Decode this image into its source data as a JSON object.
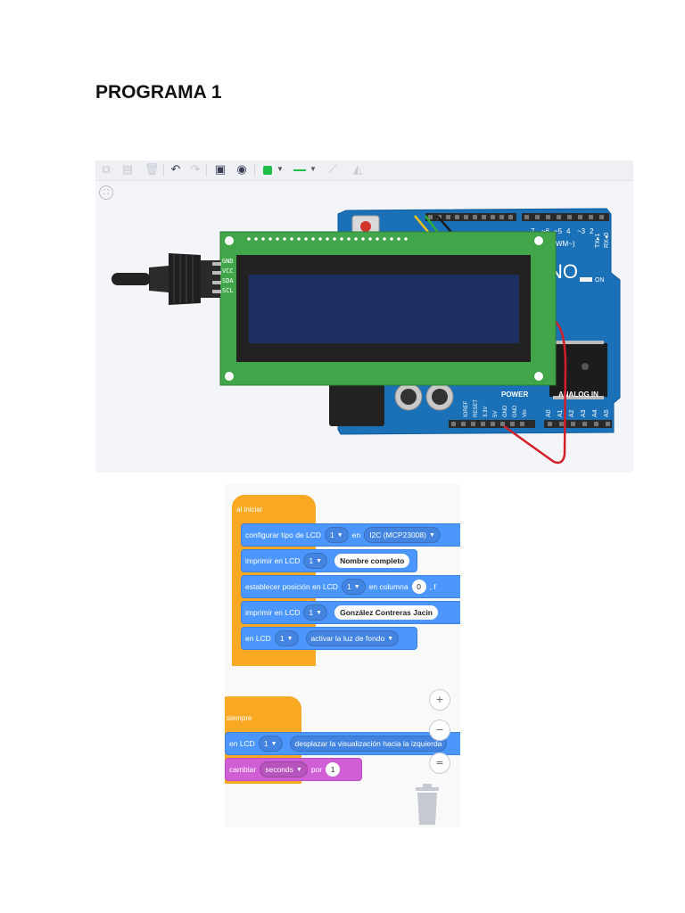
{
  "document": {
    "heading": "PROGRAMA 1"
  },
  "circuit": {
    "lcd": {
      "pins": [
        "GND",
        "VCC",
        "SDA",
        "SCL"
      ]
    },
    "arduino": {
      "logo_partial": "NO",
      "on_label": "ON",
      "pwm_label": "(PWM~)",
      "tx_label": "TX▸1",
      "rx_label": "RX◂0",
      "digital_pins": [
        "7",
        "~6",
        "~5",
        "4",
        "~3",
        "2"
      ],
      "power_label": "POWER",
      "analog_label": "ANALOG IN",
      "power_pins": [
        "IOREF",
        "RESET",
        "3.3V",
        "5V",
        "GND",
        "GND",
        "Vin"
      ],
      "analog_pins": [
        "A0",
        "A1",
        "A2",
        "A3",
        "A4",
        "A5"
      ]
    }
  },
  "blocks": {
    "on_start": {
      "label": "al iniciar",
      "b1": {
        "text": "configurar tipo de LCD",
        "lcd": "1",
        "en": "en",
        "type": "I2C (MCP23008)"
      },
      "b2": {
        "text": "imprimir en LCD",
        "lcd": "1",
        "value": "Nombre completo"
      },
      "b3": {
        "text": "establecer posición en LCD",
        "lcd": "1",
        "col_label": "en columna",
        "col": "0",
        "tail": ", f"
      },
      "b4": {
        "text": "imprimir en LCD",
        "lcd": "1",
        "value": "González Contreras Jacin"
      },
      "b5": {
        "text": "en LCD",
        "lcd": "1",
        "action": "activar la luz de fondo"
      }
    },
    "forever": {
      "label": "siempre",
      "b1": {
        "text": "en LCD",
        "lcd": "1",
        "action": "desplazar la visualización hacia la izquierda"
      },
      "b2": {
        "text": "cambiar",
        "unit": "seconds",
        "by": "por",
        "value": "1"
      }
    },
    "zoom": {
      "in": "+",
      "out": "−",
      "fit": "="
    }
  }
}
